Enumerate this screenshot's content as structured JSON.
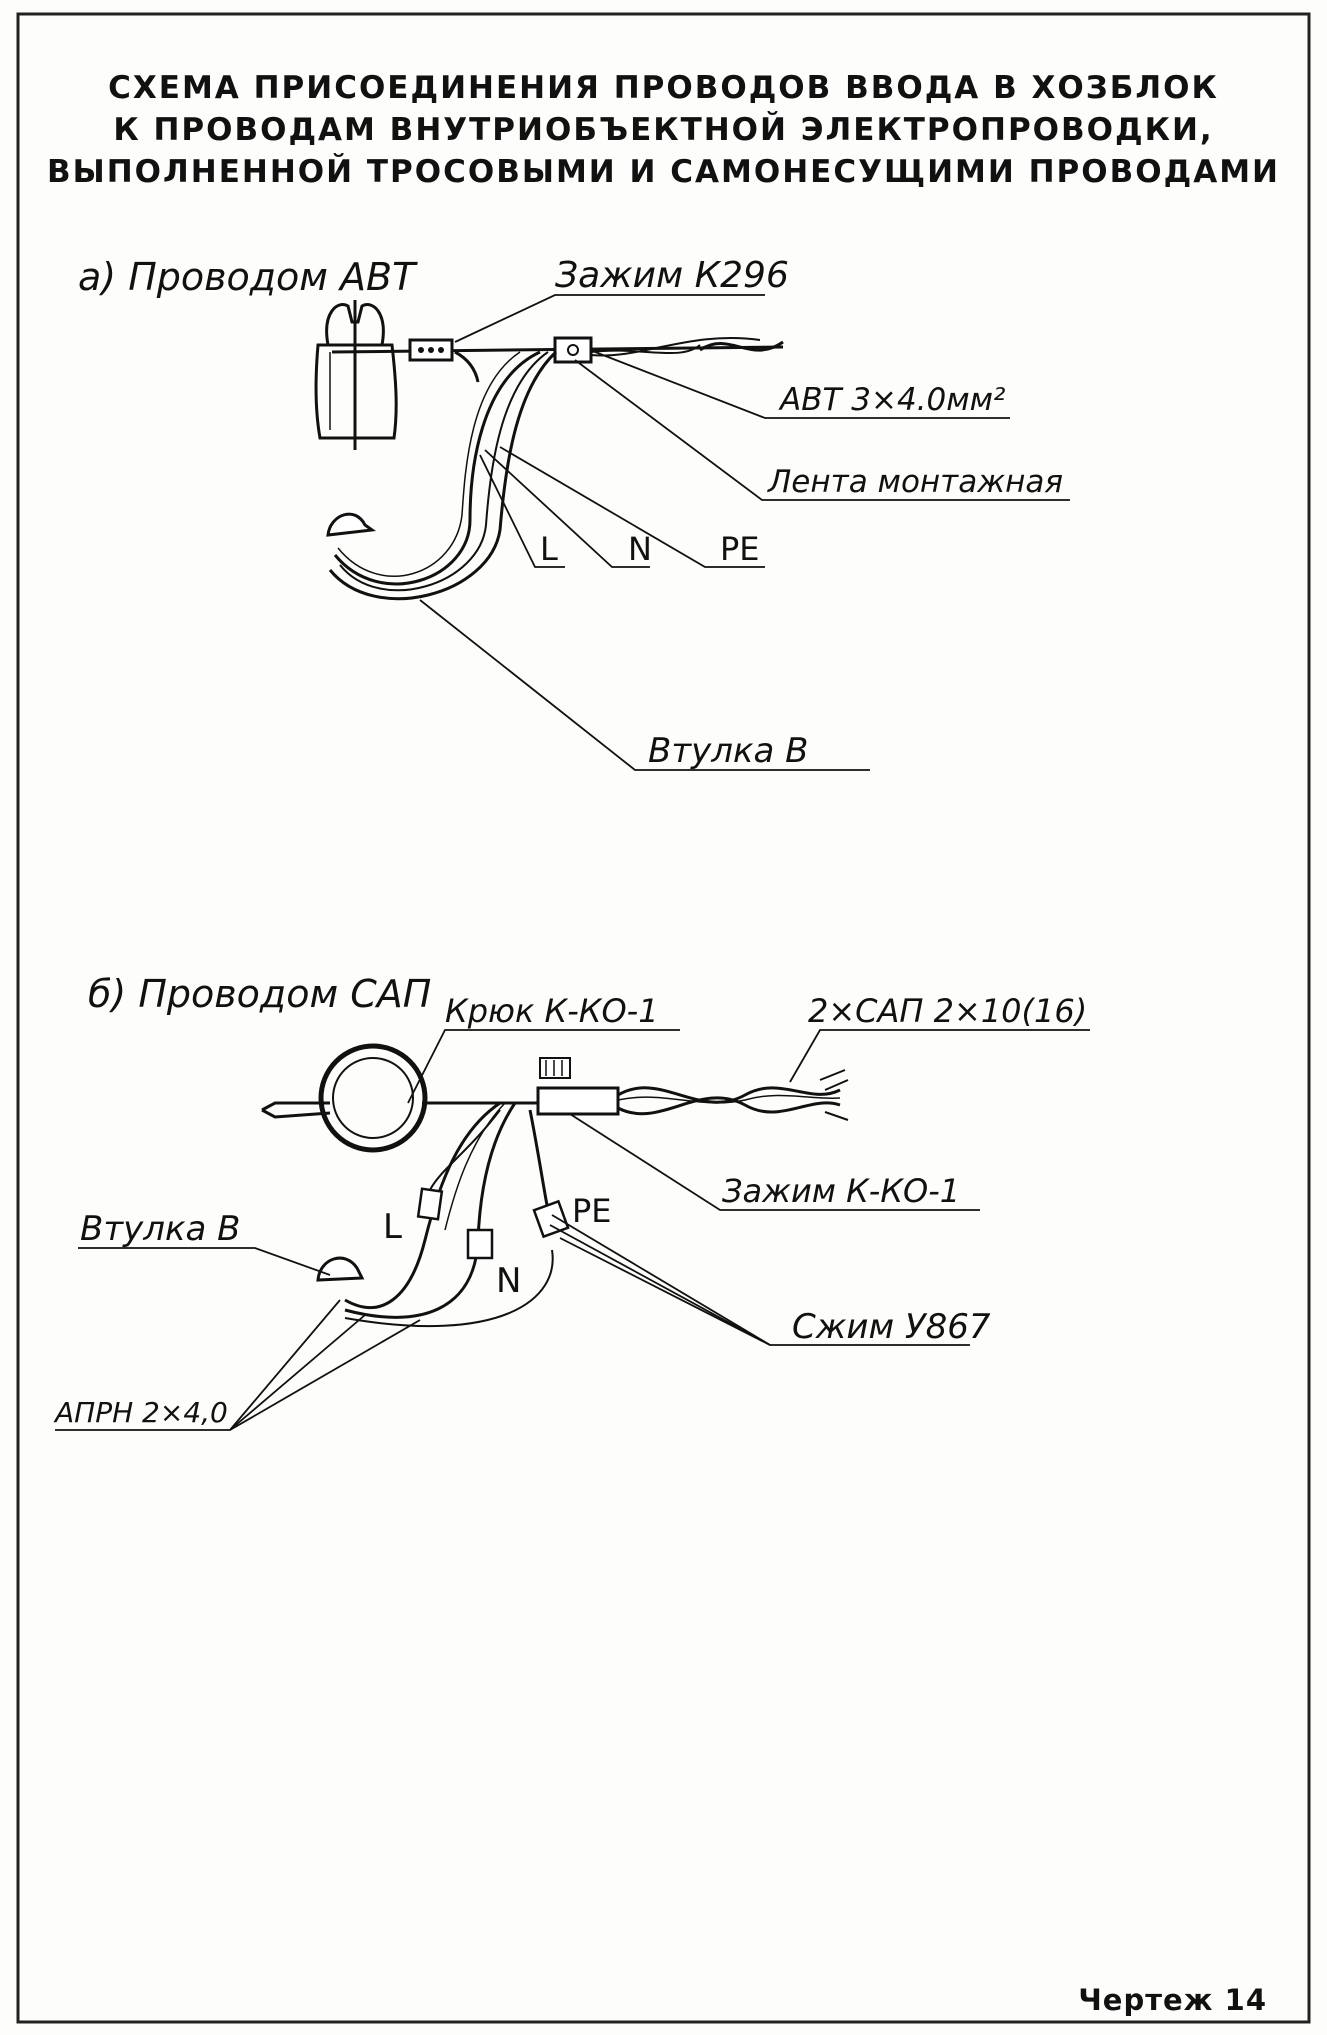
{
  "title": {
    "line1": "СХЕМА ПРИСОЕДИНЕНИЯ ПРОВОДОВ ВВОДА В ХОЗБЛОК",
    "line2": "К ПРОВОДАМ ВНУТРИОБЪЕКТНОЙ ЭЛЕКТРОПРОВОДКИ,",
    "line3": "ВЫПОЛНЕННОЙ ТРОСОВЫМИ И САМОНЕСУЩИМИ ПРОВОДАМИ"
  },
  "section_a": {
    "heading": "а) Проводом АВТ",
    "labels": {
      "clamp": "Зажим К296",
      "wire": "АВТ 3×4.0мм²",
      "tape": "Лента монтажная",
      "l": "L",
      "n": "N",
      "pe": "PE",
      "sleeve": "Втулка В"
    }
  },
  "section_b": {
    "heading": "б) Проводом САП",
    "labels": {
      "hook": "Крюк К-КО-1",
      "wire": "2×САП 2×10(16)",
      "clamp": "Зажим К-КО-1",
      "sleeve": "Втулка В",
      "l": "L",
      "n": "N",
      "pe": "PE",
      "squeeze": "Сжим У867",
      "aprn": "АПРН 2×4,0"
    }
  },
  "footer": "Чертеж 14"
}
